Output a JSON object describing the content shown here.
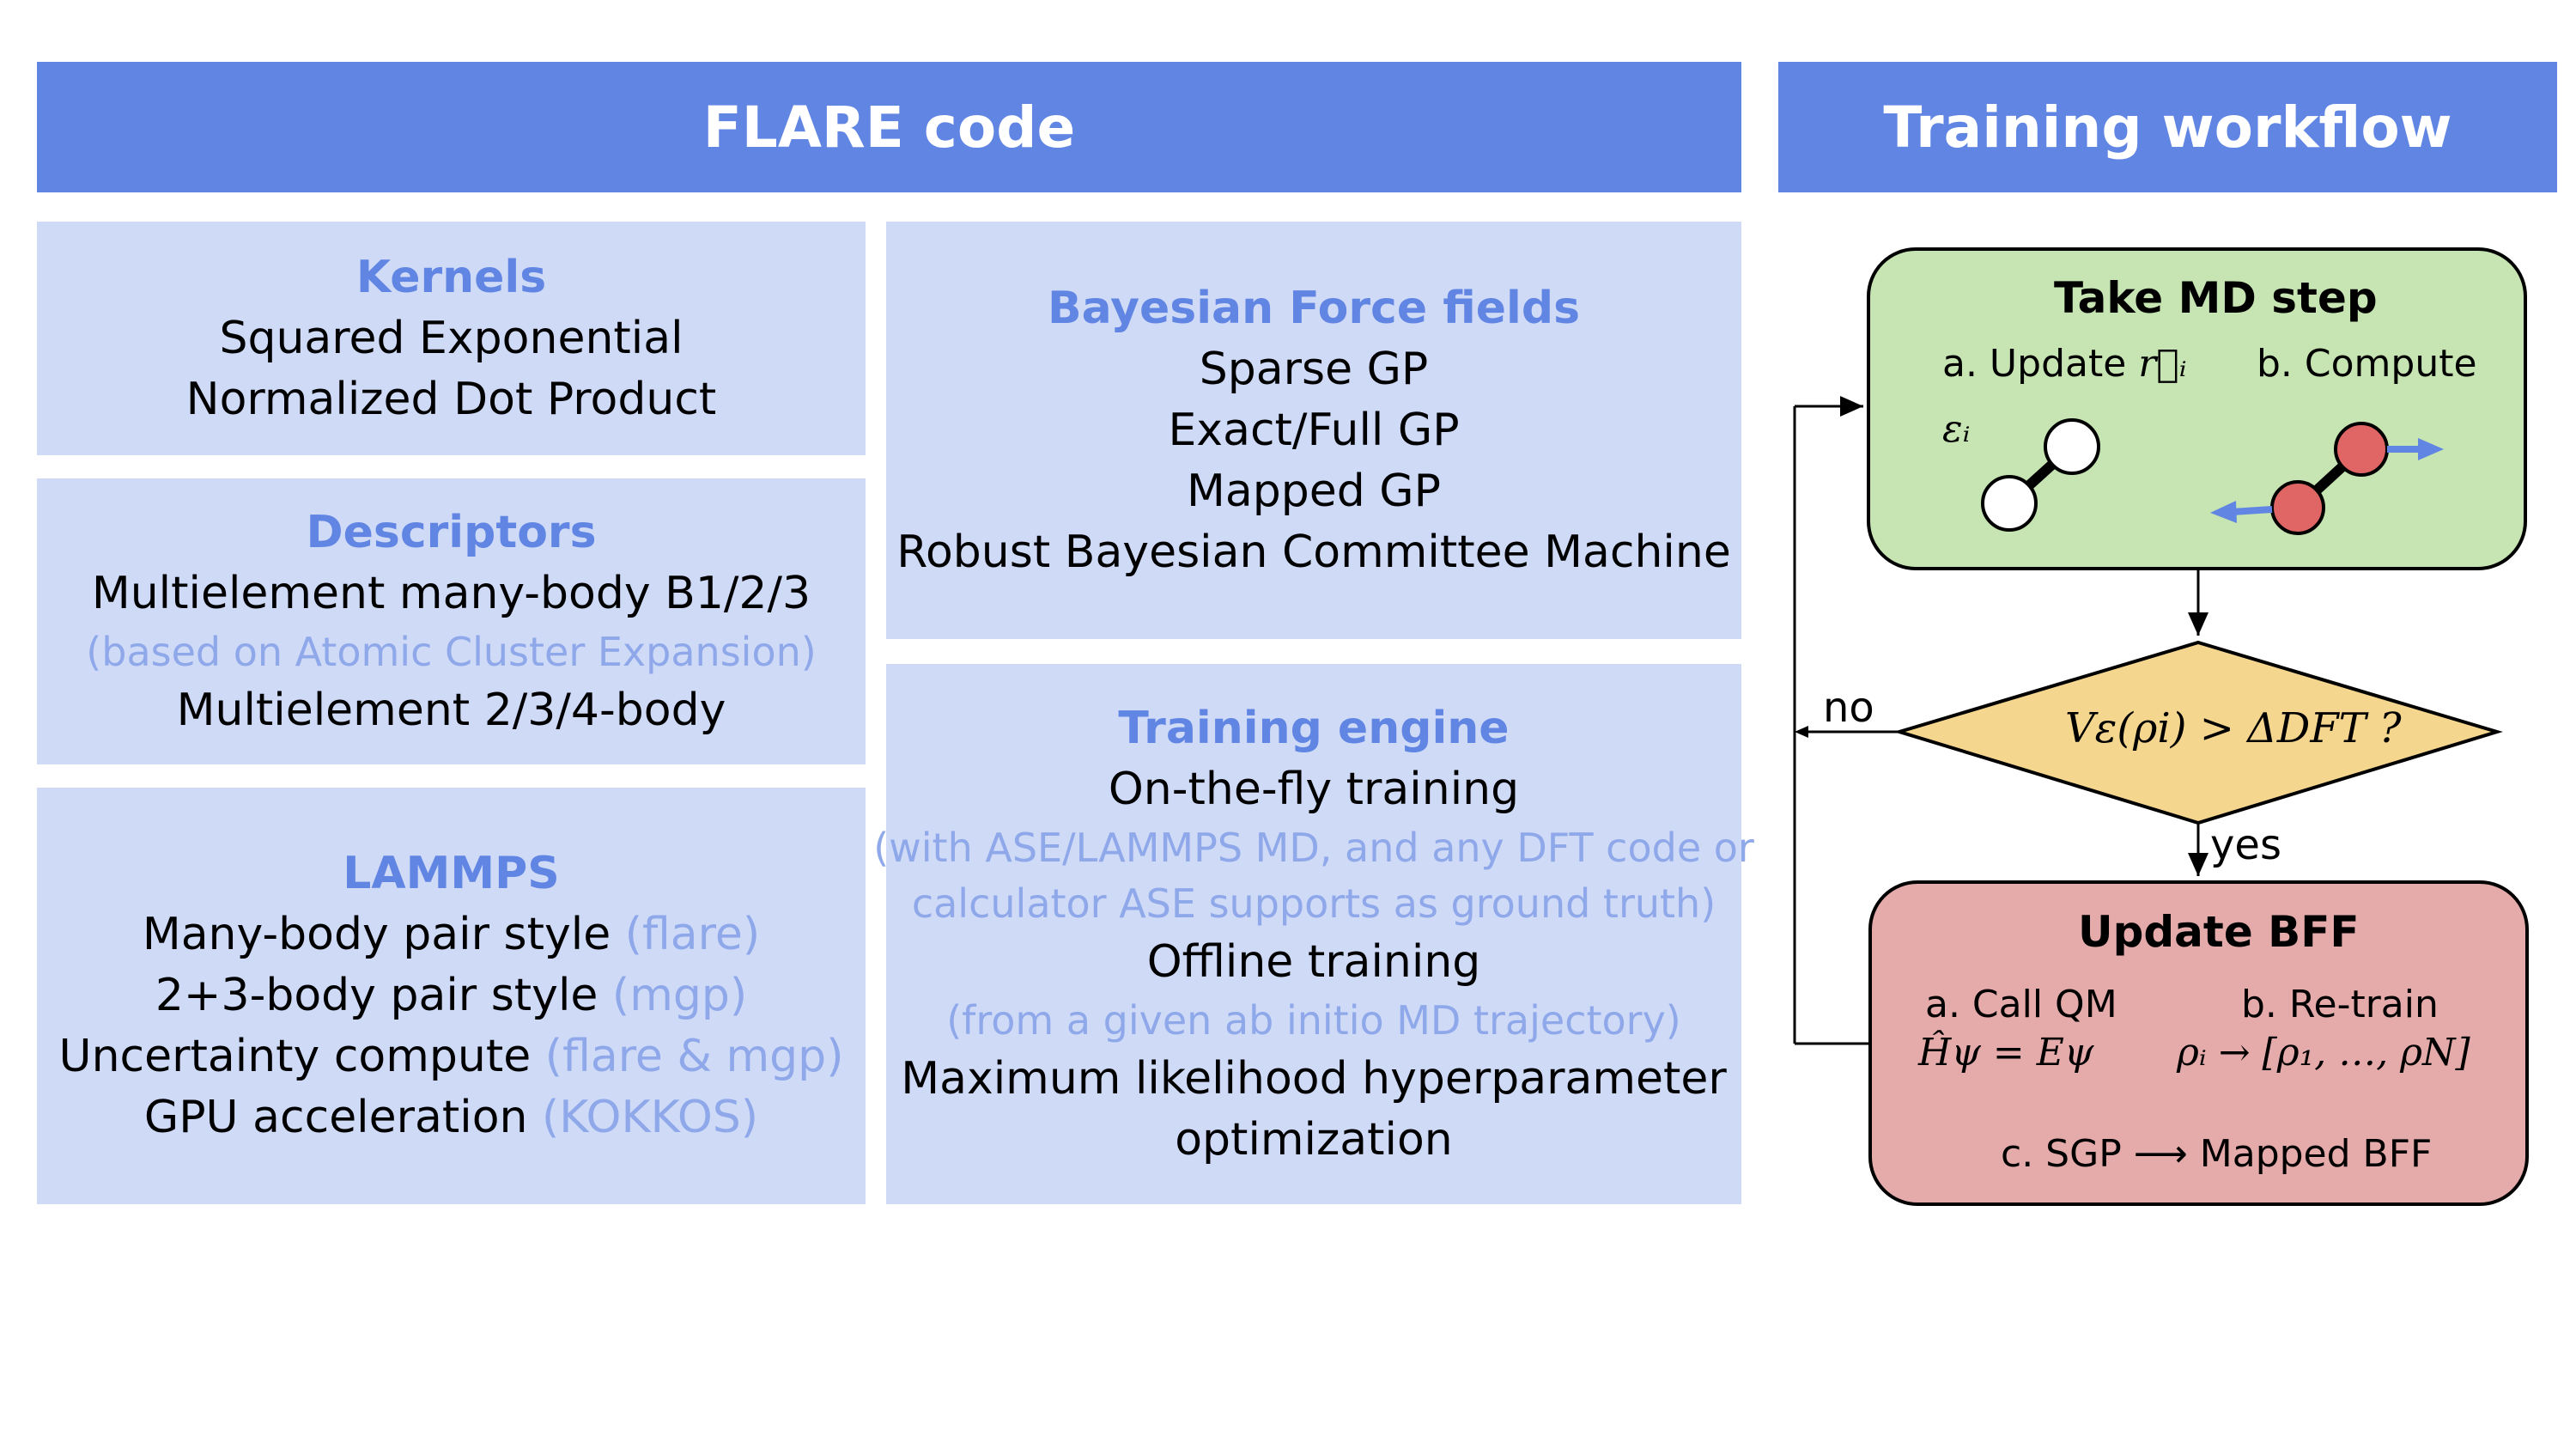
{
  "header": {
    "left_title": "FLARE code",
    "right_title": "Training workflow"
  },
  "kernels": {
    "title": "Kernels",
    "items": [
      "Squared Exponential",
      "Normalized Dot Product"
    ]
  },
  "descriptors": {
    "title": "Descriptors",
    "item1": "Multielement many-body B1/2/3",
    "note1": "(based on Atomic Cluster Expansion)",
    "item2": "Multielement 2/3/4-body"
  },
  "lammps": {
    "title": "LAMMPS",
    "items": [
      {
        "text": "Many-body pair style",
        "tag": "(flare)"
      },
      {
        "text": "2+3-body pair style",
        "tag": "(mgp)"
      },
      {
        "text": "Uncertainty compute",
        "tag": "(flare & mgp)"
      },
      {
        "text": "GPU acceleration",
        "tag": "(KOKKOS)"
      }
    ]
  },
  "bayesian": {
    "title": "Bayesian Force fields",
    "items": [
      "Sparse GP",
      "Exact/Full GP",
      "Mapped GP",
      "Robust Bayesian Committee Machine"
    ]
  },
  "training_engine": {
    "title": "Training engine",
    "item1": "On-the-fly training",
    "note1_line1": "(with ASE/LAMMPS MD, and any DFT code or",
    "note1_line2": "calculator ASE supports as ground truth)",
    "item2": "Offline training",
    "note2": "(from a given ab initio MD trajectory)",
    "item3_line1": "Maximum likelihood hyperparameter",
    "item3_line2": "optimization"
  },
  "workflow": {
    "md_step": {
      "title": "Take MD step",
      "a_label": "a. Update",
      "a_math": "r⃗ᵢ",
      "b_label": "b. Compute",
      "b_math": "εᵢ"
    },
    "decision": {
      "condition": "Vε(ρi) > ΔDFT ?",
      "no_label": "no",
      "yes_label": "yes"
    },
    "update_bff": {
      "title": "Update BFF",
      "a_label": "a. Call QM",
      "a_math": "Ĥψ = Eψ",
      "b_label": "b. Re-train",
      "b_math": "ρᵢ → [ρ₁, …, ρN]",
      "c_label": "c. SGP ⟶ Mapped BFF"
    },
    "colors": {
      "md_fill": "#c6e5b3",
      "decision_fill": "#f5d68f",
      "bff_fill": "#e5aaaa",
      "atom_white": "#ffffff",
      "atom_red": "#e06666",
      "arrow_blue": "#6185e3"
    }
  }
}
